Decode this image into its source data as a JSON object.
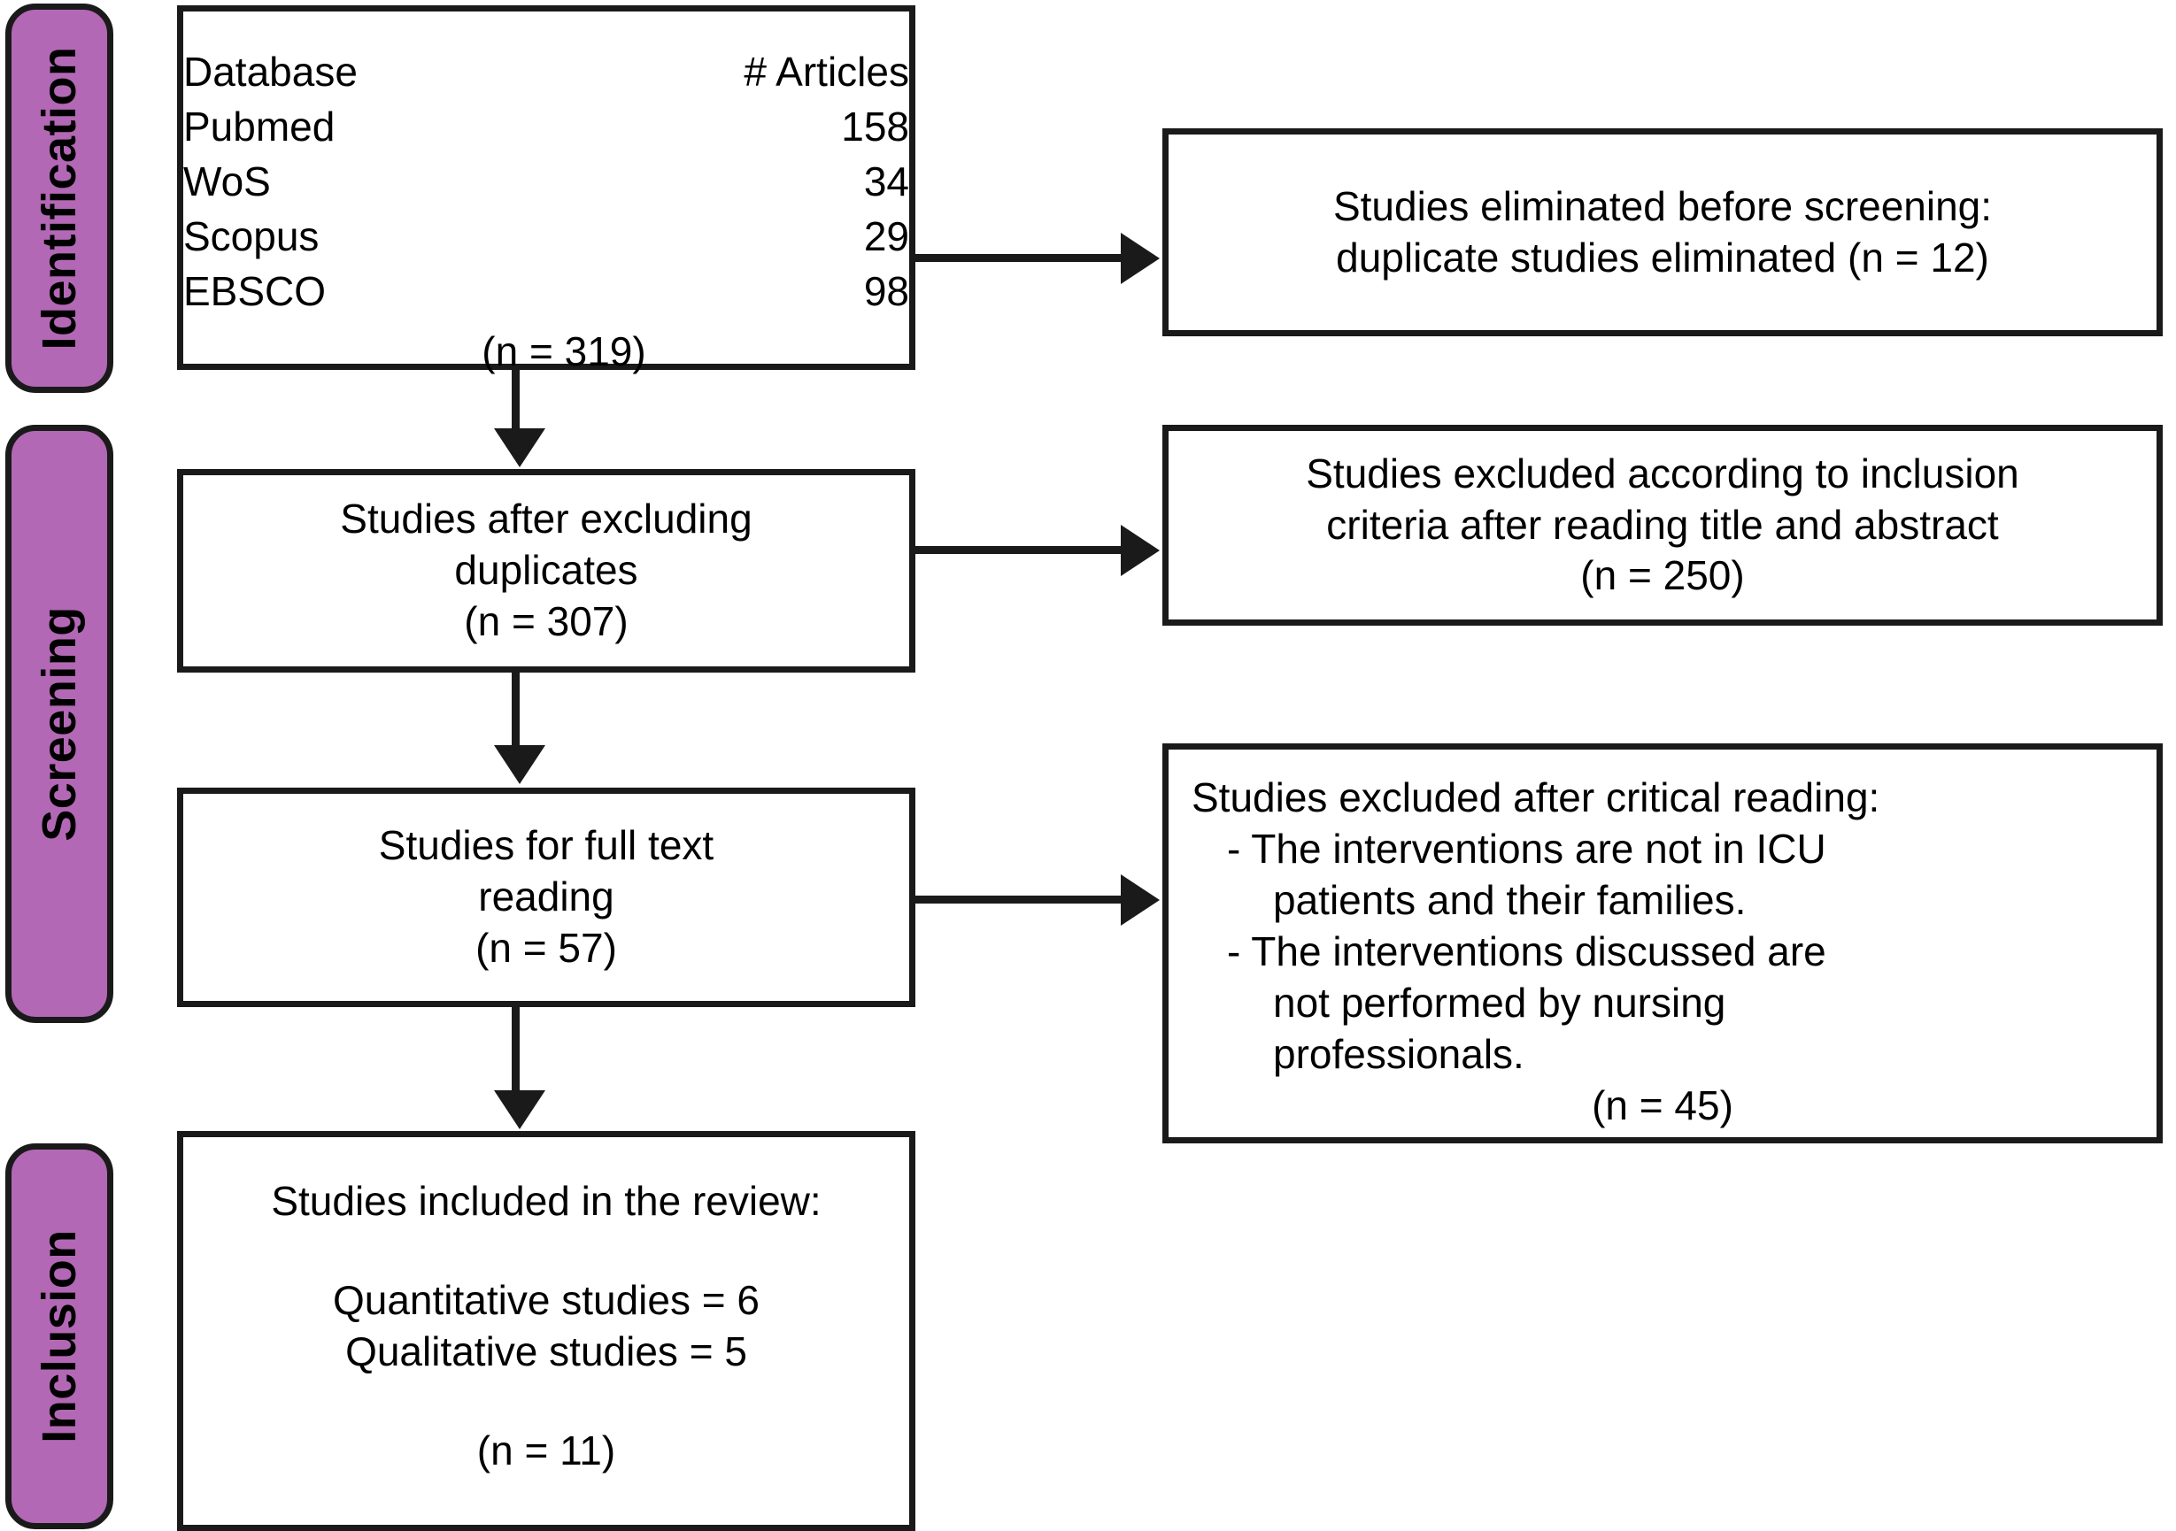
{
  "diagram": {
    "title": "PRISMA flow diagram",
    "accent_color": "#b368b5",
    "line_color": "#1a1a1a",
    "box_fill": "#ffffff"
  },
  "stages": [
    {
      "id": "identification",
      "label": "Identification"
    },
    {
      "id": "screening",
      "label": "Screening"
    },
    {
      "id": "inclusion",
      "label": "Inclusion"
    }
  ],
  "sources_box": {
    "header_database": "Database",
    "header_articles": "# Articles",
    "rows": [
      {
        "database": "Pubmed",
        "articles": "158"
      },
      {
        "database": "WoS",
        "articles": "34"
      },
      {
        "database": "Scopus",
        "articles": "29"
      },
      {
        "database": "EBSCO",
        "articles": "98"
      }
    ],
    "total": "(n = 319)"
  },
  "after_duplicates_box": {
    "line1": "Studies after excluding",
    "line2": "duplicates",
    "tally": "(n = 307)"
  },
  "full_text_box": {
    "line1": "Studies for full text",
    "line2": "reading",
    "tally": "(n = 57)"
  },
  "included_box": {
    "line1": "Studies included in the review:",
    "line2": "Quantitative studies = 6",
    "line3": "Qualitative studies = 5",
    "tally": "(n = 11)"
  },
  "excluded_before_screening_box": {
    "line1": "Studies eliminated before screening:",
    "line2": "duplicate studies eliminated (n = 12)"
  },
  "excluded_criteria_box": {
    "line1": "Studies excluded according to inclusion",
    "line2": "criteria after reading title and abstract",
    "tally": "(n = 250)"
  },
  "excluded_critical_box": {
    "line1": "Studies excluded after critical reading:",
    "bullet1_line1": "- The interventions are not in ICU",
    "bullet1_line2": "patients and their families.",
    "bullet2_line1": "- The interventions discussed are",
    "bullet2_line2": "not performed by nursing",
    "bullet2_line3": "professionals.",
    "tally": "(n = 45)"
  },
  "chart_data": {
    "type": "table",
    "title": "PRISMA study selection flow",
    "categories": [
      "Pubmed",
      "WoS",
      "Scopus",
      "EBSCO"
    ],
    "values": [
      158,
      34,
      29,
      98
    ],
    "xlabel": "Database",
    "ylabel": "# Articles",
    "flow_counts": {
      "identified_total": 319,
      "duplicates_removed": 12,
      "after_duplicates": 307,
      "excluded_title_abstract": 250,
      "full_text_reading": 57,
      "excluded_critical_reading": 45,
      "included_total": 11,
      "included_quantitative": 6,
      "included_qualitative": 5
    }
  }
}
